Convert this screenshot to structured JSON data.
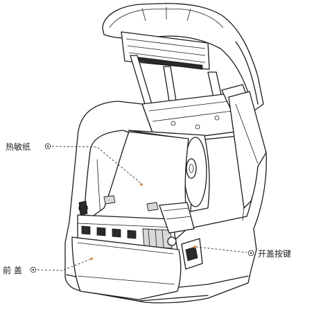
{
  "labels": {
    "thermal_paper": "热敏纸",
    "open_cover_button": "开盖按键",
    "front_cover": "前 盖"
  },
  "colors": {
    "line": "#1a1a1a",
    "marker": "#e07a20"
  }
}
